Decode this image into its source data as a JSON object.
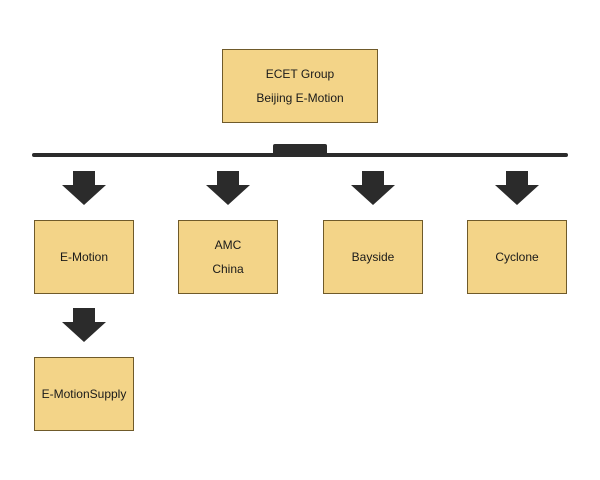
{
  "root": {
    "line1": "ECET Group",
    "line2": "Beijing E-Motion"
  },
  "children": [
    {
      "lines": [
        "E-Motion"
      ]
    },
    {
      "lines": [
        "AMC",
        "China"
      ]
    },
    {
      "lines": [
        "Bayside"
      ]
    },
    {
      "lines": [
        "Cyclone"
      ]
    }
  ],
  "grandchild": {
    "label": "E-MotionSupply"
  },
  "colors": {
    "node_fill": "#f3d488",
    "node_border": "#6f5a2a",
    "connector": "#2b2b2b"
  }
}
